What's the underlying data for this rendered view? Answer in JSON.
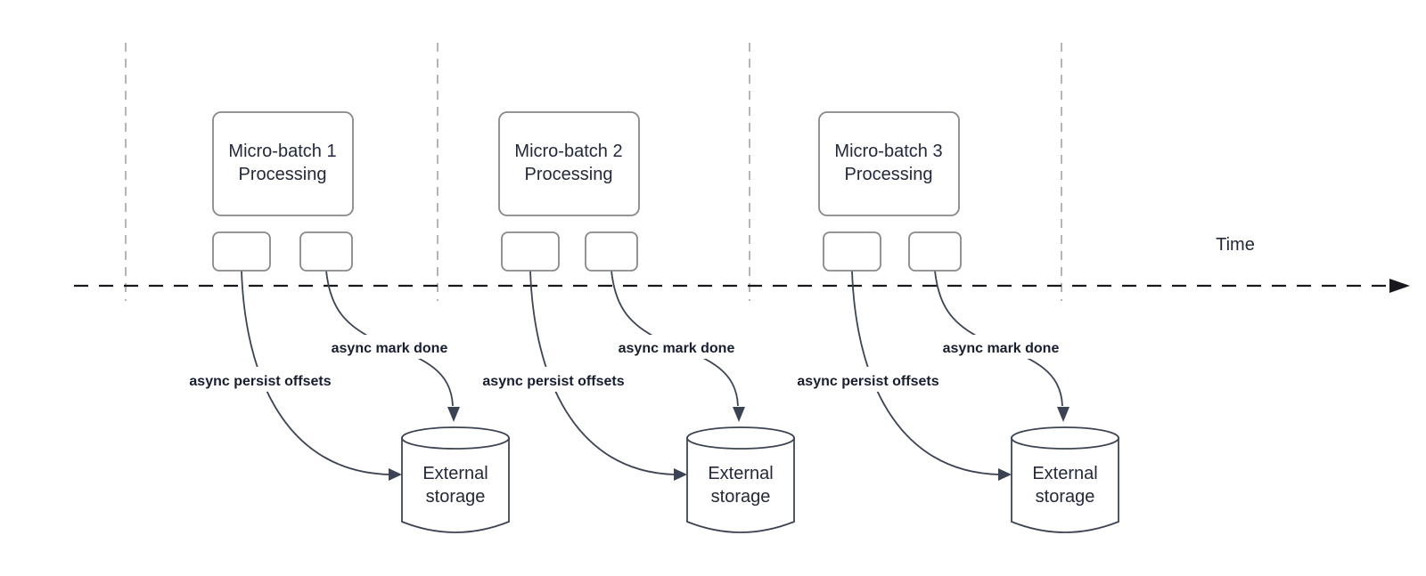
{
  "axis": {
    "label": "Time"
  },
  "groups": [
    {
      "box_line1": "Micro-batch 1",
      "box_line2": "Processing",
      "persist_label": "async persist offsets",
      "done_label": "async mark done",
      "storage_line1": "External",
      "storage_line2": "storage"
    },
    {
      "box_line1": "Micro-batch 2",
      "box_line2": "Processing",
      "persist_label": "async persist offsets",
      "done_label": "async mark done",
      "storage_line1": "External",
      "storage_line2": "storage"
    },
    {
      "box_line1": "Micro-batch 3",
      "box_line2": "Processing",
      "persist_label": "async persist offsets",
      "done_label": "async mark done",
      "storage_line1": "External",
      "storage_line2": "storage"
    }
  ],
  "colors": {
    "line_gray": "#b2b5b9",
    "axis_dark": "#17191e",
    "shape_stroke": "#85888c",
    "connector": "#3c4454",
    "title_text": "#23293a",
    "label_text": "#171e2e"
  }
}
